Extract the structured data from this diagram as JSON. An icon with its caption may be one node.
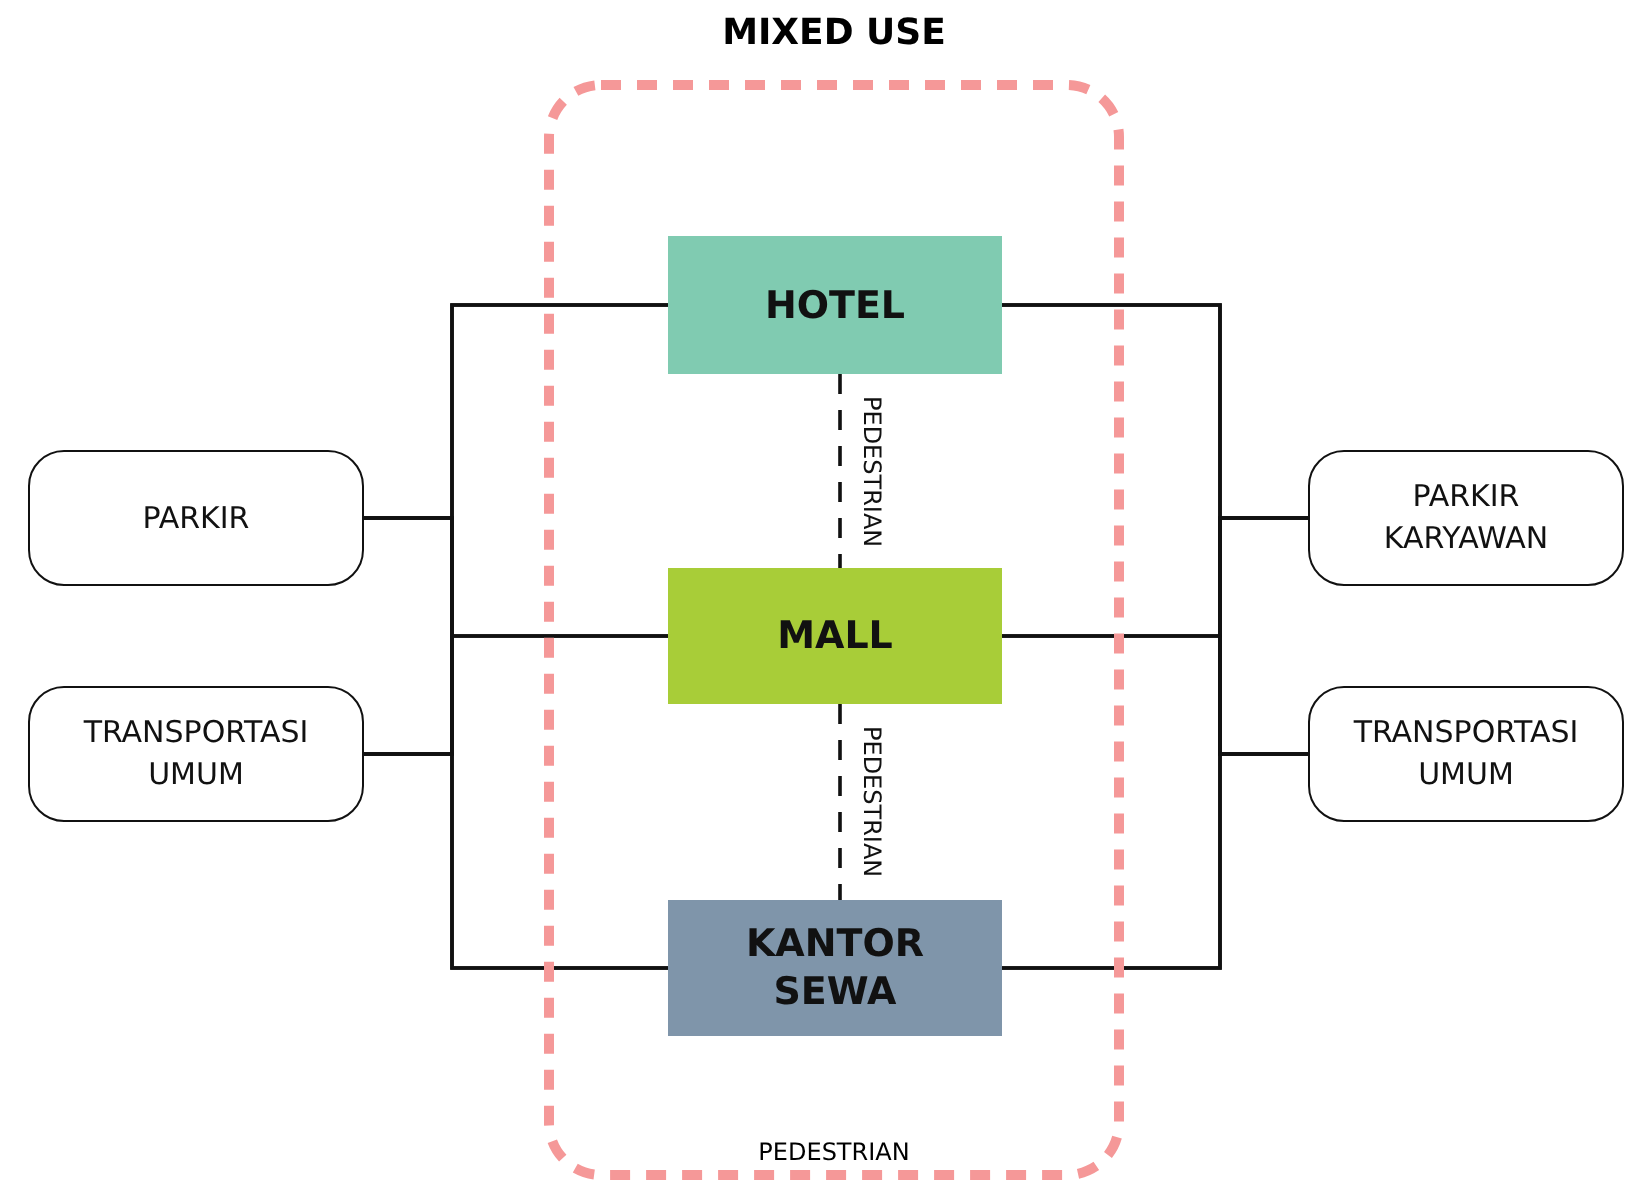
{
  "diagram": {
    "nodes": [
      {
        "text": [
          "MIXED USE",
          "PEDESTRIAN"
        ]
      },
      {
        "text": [
          "HOTEL"
        ],
        "in": 0
      },
      {
        "text": [
          "MALL"
        ],
        "in": 0
      },
      {
        "text": [
          "KANTOR SEWA"
        ],
        "in": 0
      },
      {
        "text": [
          "PARKIR"
        ]
      },
      {
        "text": [
          "TRANSPORTASI UMUM"
        ]
      },
      {
        "text": [
          "PARKIR KARYAWAN"
        ]
      },
      {
        "text": [
          "TRANSPORTASI UMUM"
        ]
      }
    ],
    "edges": [
      {
        "from": 4,
        "to": 1,
        "arrow": "none"
      },
      {
        "from": 4,
        "to": 2,
        "arrow": "none"
      },
      {
        "from": 4,
        "to": 3,
        "arrow": "none"
      },
      {
        "from": 5,
        "to": 1,
        "arrow": "none"
      },
      {
        "from": 5,
        "to": 2,
        "arrow": "none"
      },
      {
        "from": 5,
        "to": 3,
        "arrow": "none"
      },
      {
        "from": 6,
        "to": 1,
        "arrow": "none"
      },
      {
        "from": 6,
        "to": 2,
        "arrow": "none"
      },
      {
        "from": 6,
        "to": 3,
        "arrow": "none"
      },
      {
        "from": 7,
        "to": 1,
        "arrow": "none"
      },
      {
        "from": 7,
        "to": 2,
        "arrow": "none"
      },
      {
        "from": 7,
        "to": 3,
        "arrow": "none"
      },
      {
        "from": 1,
        "to": 2,
        "arrow": "none",
        "style": "dashed",
        "label": "PEDESTRIAN"
      },
      {
        "from": 2,
        "to": 3,
        "arrow": "none",
        "style": "dashed",
        "label": "PEDESTRIAN"
      }
    ]
  }
}
